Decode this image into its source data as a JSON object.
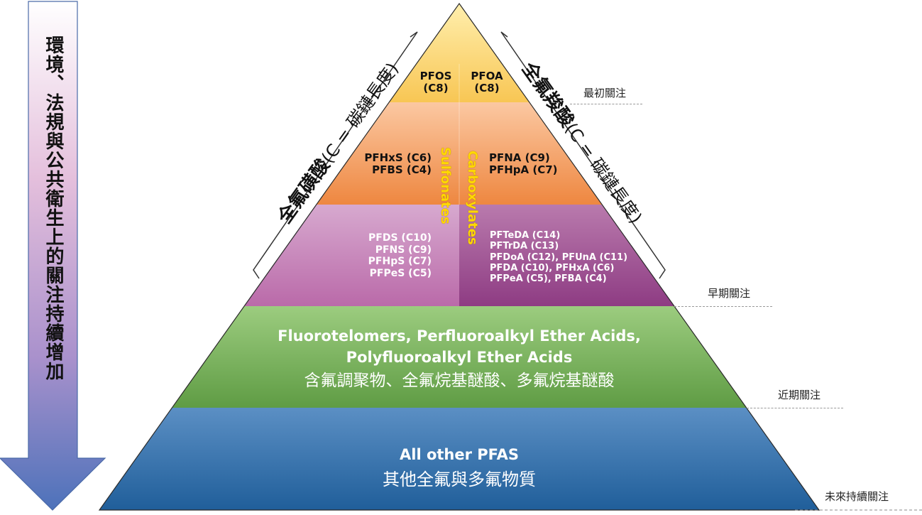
{
  "arrow": {
    "label": "環境、法規與公共衛生上的關注持續增加"
  },
  "sulfonic": {
    "title": "全氟磺酸",
    "subtitle": "(C = 碳鏈長度)"
  },
  "carboxylic": {
    "title": "全氟羧酸",
    "subtitle": "(C = 碳鏈長度)"
  },
  "divider": {
    "left": "Sulfonates",
    "right": "Carboxylates"
  },
  "tiers": {
    "top": {
      "left": [
        "PFOS",
        "(C8)"
      ],
      "right": [
        "PFOA",
        "(C8)"
      ]
    },
    "second": {
      "left": [
        "PFHxS (C6)",
        "PFBS (C4)"
      ],
      "right": [
        "PFNA (C9)",
        "PFHpA (C7)"
      ]
    },
    "third": {
      "left": [
        "PFDS (C10)",
        "PFNS (C9)",
        "PFHpS (C7)",
        "PFPeS (C5)"
      ],
      "right": [
        "PFTeDA (C14)",
        "PFTrDA (C13)",
        "PFDoA (C12), PFUnA (C11)",
        "PFDA (C10), PFHxA (C6)",
        "PFPeA (C5), PFBA (C4)"
      ]
    },
    "fourth": {
      "line1": "Fluorotelomers, Perfluoroalkyl Ether Acids,",
      "line2": "Polyfluoroalkyl Ether Acids",
      "zh": "含氟調聚物、全氟烷基醚酸、多氟烷基醚酸"
    },
    "fifth": {
      "en": "All other PFAS",
      "zh": "其他全氟與多氟物質"
    }
  },
  "side_labels": [
    "最初關注",
    "早期關注",
    "近期關注",
    "未來持續關注"
  ],
  "colors": {
    "tier1": "#fbd469",
    "tier2": "#f1955a",
    "tier3": "#b86aa5",
    "tier4": "#73ac55",
    "tier5": "#2e6ea6",
    "arrow": "#4a70b8",
    "accent": "#ffd800"
  }
}
